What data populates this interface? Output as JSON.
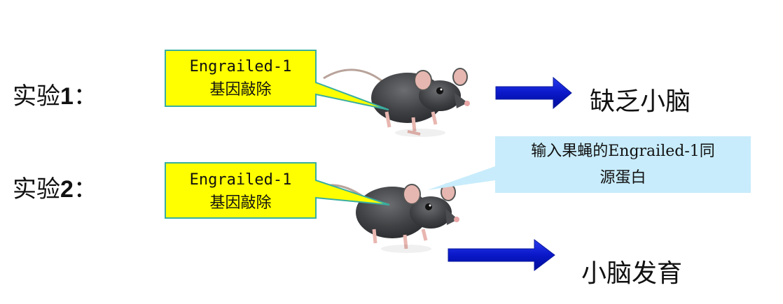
{
  "experiments": [
    {
      "label_prefix": "实验",
      "label_num": "1",
      "label_suffix": "：",
      "callout_line1": "Engrailed-1",
      "callout_line2": "基因敲除",
      "result": "缺乏小脑"
    },
    {
      "label_prefix": "实验",
      "label_num": "2",
      "label_suffix": "：",
      "callout_line1": "Engrailed-1",
      "callout_line2": "基因敲除",
      "result": "小脑发育"
    }
  ],
  "injection_note": {
    "line1": "输入果蝇的Engrailed-1同",
    "line2": "源蛋白"
  },
  "colors": {
    "callout_fill": "#ffff00",
    "callout_border": "#3aaea0",
    "note_fill": "#c8ecfb",
    "arrow": "#0018c8"
  }
}
